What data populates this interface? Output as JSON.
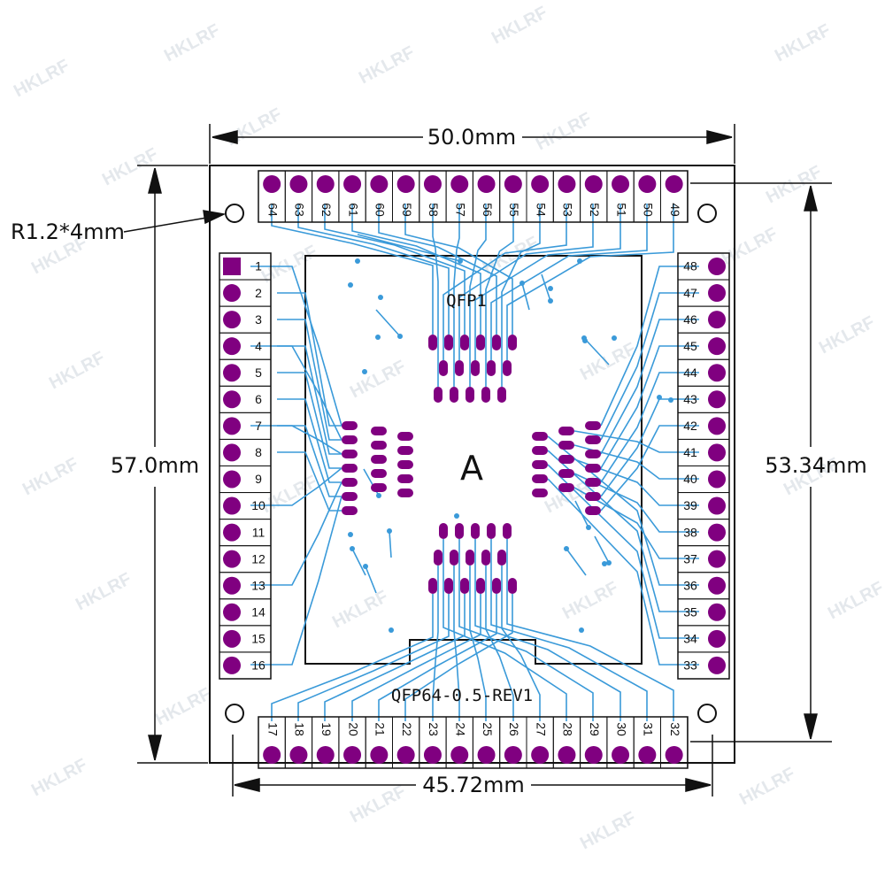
{
  "dimensions": {
    "board_width": "50.0mm",
    "board_height": "57.0mm",
    "header_span_horizontal": "45.72mm",
    "header_span_vertical": "53.34mm",
    "mount_hole": "R1.2*4mm"
  },
  "silkscreen": {
    "ref": "QFP1",
    "variant": "A",
    "board_name": "QFP64-0.5-REV1"
  },
  "watermark": "HKLRF",
  "pins": {
    "top": [
      "64",
      "63",
      "62",
      "61",
      "60",
      "59",
      "58",
      "57",
      "56",
      "55",
      "54",
      "53",
      "52",
      "51",
      "50",
      "49"
    ],
    "left": [
      "1",
      "2",
      "3",
      "4",
      "5",
      "6",
      "7",
      "8",
      "9",
      "10",
      "11",
      "12",
      "13",
      "14",
      "15",
      "16"
    ],
    "right": [
      "48",
      "47",
      "46",
      "45",
      "44",
      "43",
      "42",
      "41",
      "40",
      "39",
      "38",
      "37",
      "36",
      "35",
      "34",
      "33"
    ],
    "bottom": [
      "17",
      "18",
      "19",
      "20",
      "21",
      "22",
      "23",
      "24",
      "25",
      "26",
      "27",
      "28",
      "29",
      "30",
      "31",
      "32"
    ]
  },
  "colors": {
    "pad": "#800080",
    "trace": "#3a9ad9",
    "outline": "#111111"
  }
}
